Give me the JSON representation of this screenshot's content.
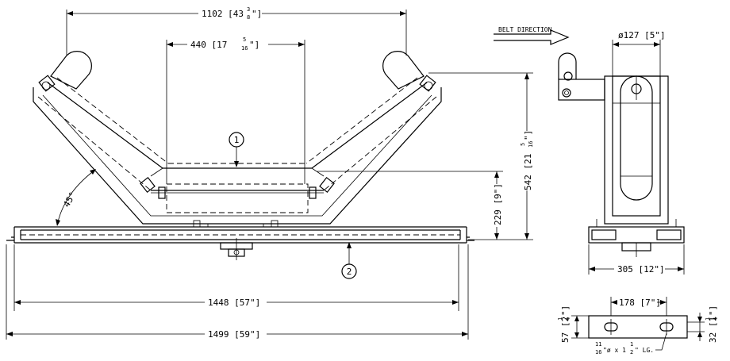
{
  "drawing": {
    "callouts": [
      "1",
      "2"
    ],
    "belt_direction": "BELT DIRECTION",
    "angle": "45°",
    "dimensions": {
      "overall_top": {
        "main": "1102 [43",
        "whole": "",
        "num": "3",
        "den": "8",
        "close": "\"]"
      },
      "center_roll": {
        "main": "440 [17",
        "num": "5",
        "den": "16",
        "close": "\"]"
      },
      "height_total": {
        "main": "542 [21",
        "num": "5",
        "den": "16",
        "close": "\"]"
      },
      "height_base": "229 [9\"]",
      "frame_width": "1448 [57\"]",
      "overall_width": "1499 [59\"]",
      "roll_dia": "ø127 [5\"]",
      "side_width": "305 [12\"]",
      "slot_spacing": "178 [7\"]",
      "foot_height_left": {
        "main": "57 [2",
        "num": "1",
        "den": "4",
        "close": "\"]"
      },
      "foot_height_right": {
        "main": "32 [1",
        "num": "1",
        "den": "4",
        "close": "\"]"
      },
      "slot_note": {
        "num": "11",
        "den": "16",
        "mid": "\"ø x 1",
        "num2": "1",
        "den2": "2",
        "close": "\" LG."
      }
    }
  }
}
